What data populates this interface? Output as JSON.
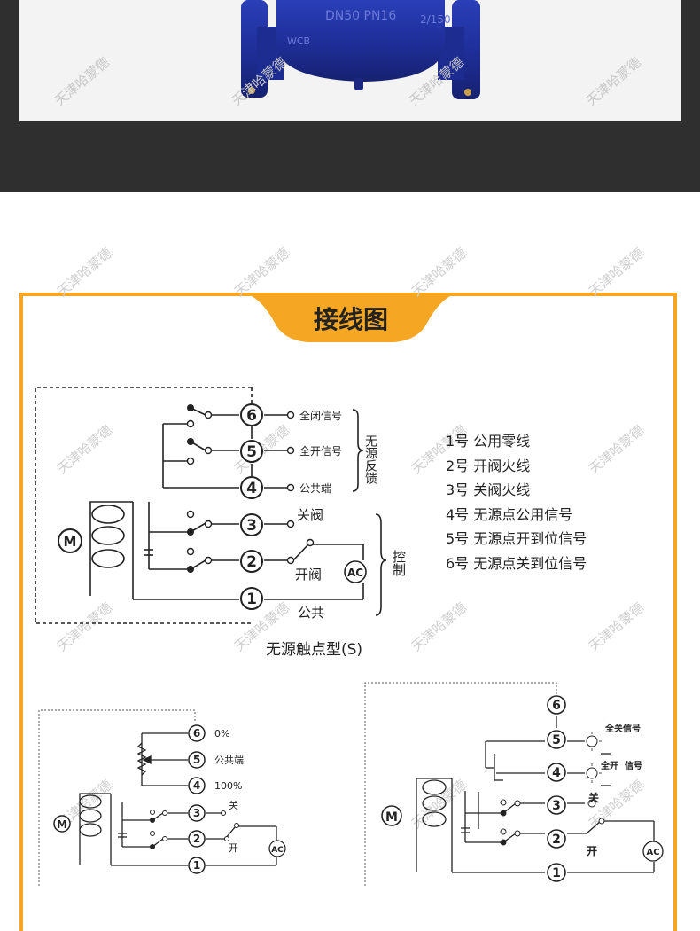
{
  "photo": {
    "casting_text": "DN50 PN16",
    "casting_text_2": "WCB",
    "casting_text_3": "2/150"
  },
  "section": {
    "title": "接线图"
  },
  "watermark": {
    "text": "天津哈蒙德"
  },
  "main_diagram": {
    "caption": "无源触点型(S)",
    "motor_label": "M",
    "terminals": [
      "1",
      "2",
      "3",
      "4",
      "5",
      "6"
    ],
    "feedback_labels": {
      "t6": "全闭信号",
      "t5": "全开信号",
      "t4": "公共端"
    },
    "feedback_group": "无源反馈",
    "control_labels": {
      "close": "关阀",
      "open": "开阀",
      "common": "公共",
      "ac": "AC"
    },
    "control_group": "控制"
  },
  "legend": [
    "1号  公用零线",
    "2号  开阀火线",
    "3号  关阀火线",
    "4号  无源点公用信号",
    "5号  无源点开到位信号",
    "6号  无源点关到位信号"
  ],
  "pot_diagram": {
    "motor_label": "M",
    "terminals": [
      "1",
      "2",
      "3",
      "4",
      "5",
      "6"
    ],
    "labels": {
      "t6": "0%",
      "t5": "公共端",
      "t4": "100%",
      "close": "关",
      "open": "开",
      "ac": "AC"
    }
  },
  "lamp_diagram": {
    "motor_label": "M",
    "terminals": [
      "1",
      "2",
      "3",
      "4",
      "5",
      "6"
    ],
    "labels": {
      "t5": "全关信号",
      "t4_a": "全开",
      "t4_b": "信号",
      "close": "关",
      "open": "开",
      "ac": "AC"
    }
  }
}
